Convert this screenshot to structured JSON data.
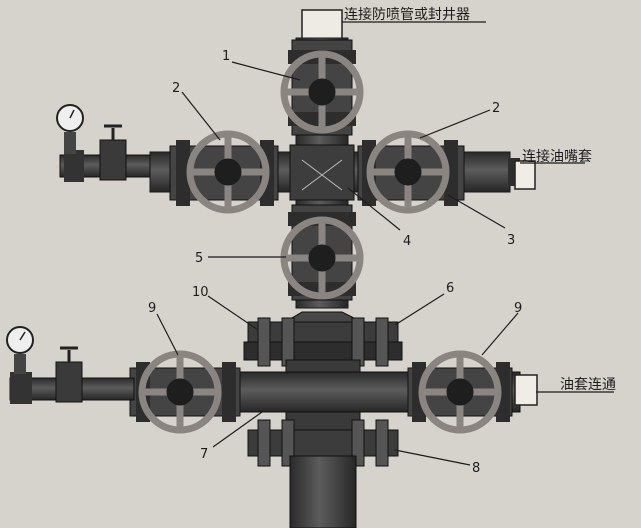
{
  "labels": {
    "top": "连接防喷管或封井器",
    "right_upper": "连接油嘴套",
    "right_lower": "油套连通"
  },
  "callouts": {
    "c1": "1",
    "c2a": "2",
    "c2b": "2",
    "c3": "3",
    "c4": "4",
    "c5": "5",
    "c6": "6",
    "c7": "7",
    "c8": "8",
    "c9a": "9",
    "c9b": "9",
    "c10": "10"
  },
  "colors": {
    "background": "#d6d2cc",
    "pipe": "#3a3a3a",
    "handwheel": "#8a8580",
    "line": "#1d1d1d"
  }
}
